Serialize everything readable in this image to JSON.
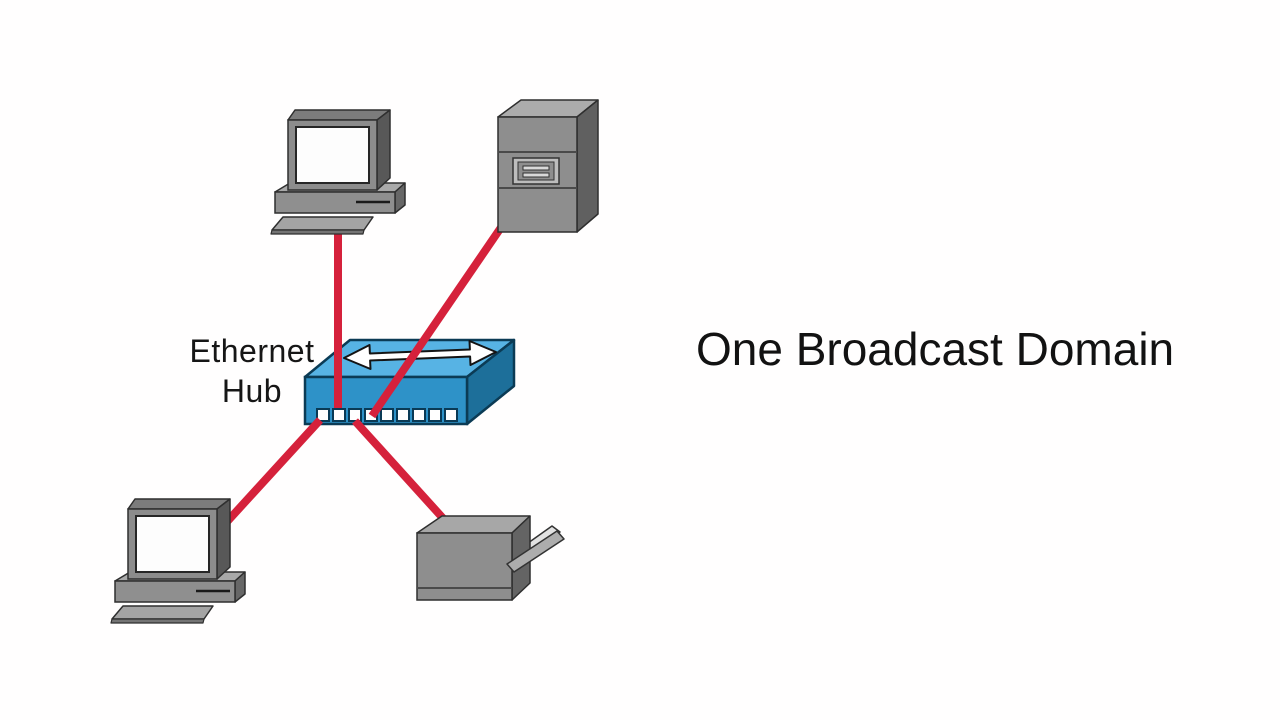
{
  "diagram": {
    "title": "One Broadcast Domain",
    "hub_label": {
      "line1": "Ethernet",
      "line2": "Hub"
    },
    "hub": {
      "type": "ethernet-hub",
      "port_count": 9
    },
    "devices": [
      {
        "id": "desktop-computer-top",
        "type": "desktop-computer"
      },
      {
        "id": "server",
        "type": "server"
      },
      {
        "id": "desktop-computer-bottom",
        "type": "desktop-computer"
      },
      {
        "id": "printer",
        "type": "printer"
      }
    ],
    "connections": [
      {
        "from": "desktop-computer-top",
        "to": "ethernet-hub"
      },
      {
        "from": "server",
        "to": "ethernet-hub"
      },
      {
        "from": "ethernet-hub",
        "to": "desktop-computer-bottom"
      },
      {
        "from": "ethernet-hub",
        "to": "printer"
      }
    ],
    "colors": {
      "background": "#fffefe",
      "cable": "#d5213b",
      "hub_top": "#57b3e4",
      "hub_front": "#2e92c8",
      "hub_side": "#1d6f9a",
      "hub_outline": "#0b3b55",
      "arrow_fill": "#ffffff",
      "port_fill": "#ffffff",
      "text": "#161616"
    }
  }
}
